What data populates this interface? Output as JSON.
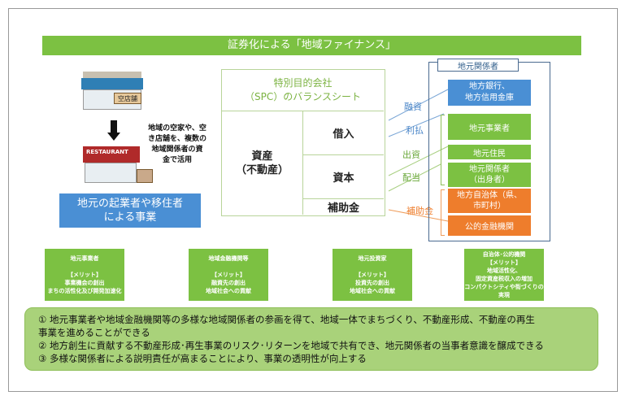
{
  "title": "証券化による「地域ファイナンス」",
  "left": {
    "vacant_sign": "空店舗",
    "restaurant_sign": "RESTAURANT",
    "description": "地域の空家や、空\nき店舗を、複数の\n地域関係者の資\n金で活用",
    "business_box": "地元の起業者や移住者\nによる事業"
  },
  "spc": {
    "header": "特別目的会社\n（SPC）のバランスシート",
    "assets": "資産\n（不動産）",
    "borrowing": "借入",
    "capital": "資本",
    "subsidy": "補助金"
  },
  "flows": {
    "loan": "融資",
    "interest": "利払",
    "investment": "出資",
    "dividend": "配当",
    "subsidy": "補助金"
  },
  "stakeholders": {
    "label": "地元関係者",
    "banks": "地方銀行、\n地方信用金庫",
    "local_business": "地元事業者",
    "residents": "地元住民",
    "related": "地元関係者\n（出身者）",
    "government": "地方自治体（県、\n市町村）",
    "public_finance": "公的金融機関"
  },
  "merits": [
    {
      "text": "地元事業者\n\n【メリット】\n事業機会の創出\nまちの活性化及び開発加速化"
    },
    {
      "text": "地域金融機関等\n\n【メリット】\n融資先の創出\n地域社会への貢献"
    },
    {
      "text": "地元投資家\n\n【メリット】\n投資先の創出\n地域社会への貢献"
    },
    {
      "text": "自治体･公的機関\n【メリット】\n地域活性化、\n固定資産税収入の増加\nコンパクトシティや街づくりの実現"
    }
  ],
  "benefits": [
    "①  地元事業者や地域金融機関等の多様な地域関係者の参画を得て、地域一体でまちづくり、不動産形成、不動産の再生\n     事業を進めることができる",
    "②  地方創生に貢献する不動産形成･再生事業のリスク･リターンを地域で共有でき、地元関係者の当事者意識を醸成できる",
    "③  多様な関係者による説明責任が高まることにより、事業の透明性が向上する"
  ],
  "colors": {
    "green": "#7cc142",
    "blue": "#4a8fd4",
    "orange": "#ee7d2c"
  }
}
